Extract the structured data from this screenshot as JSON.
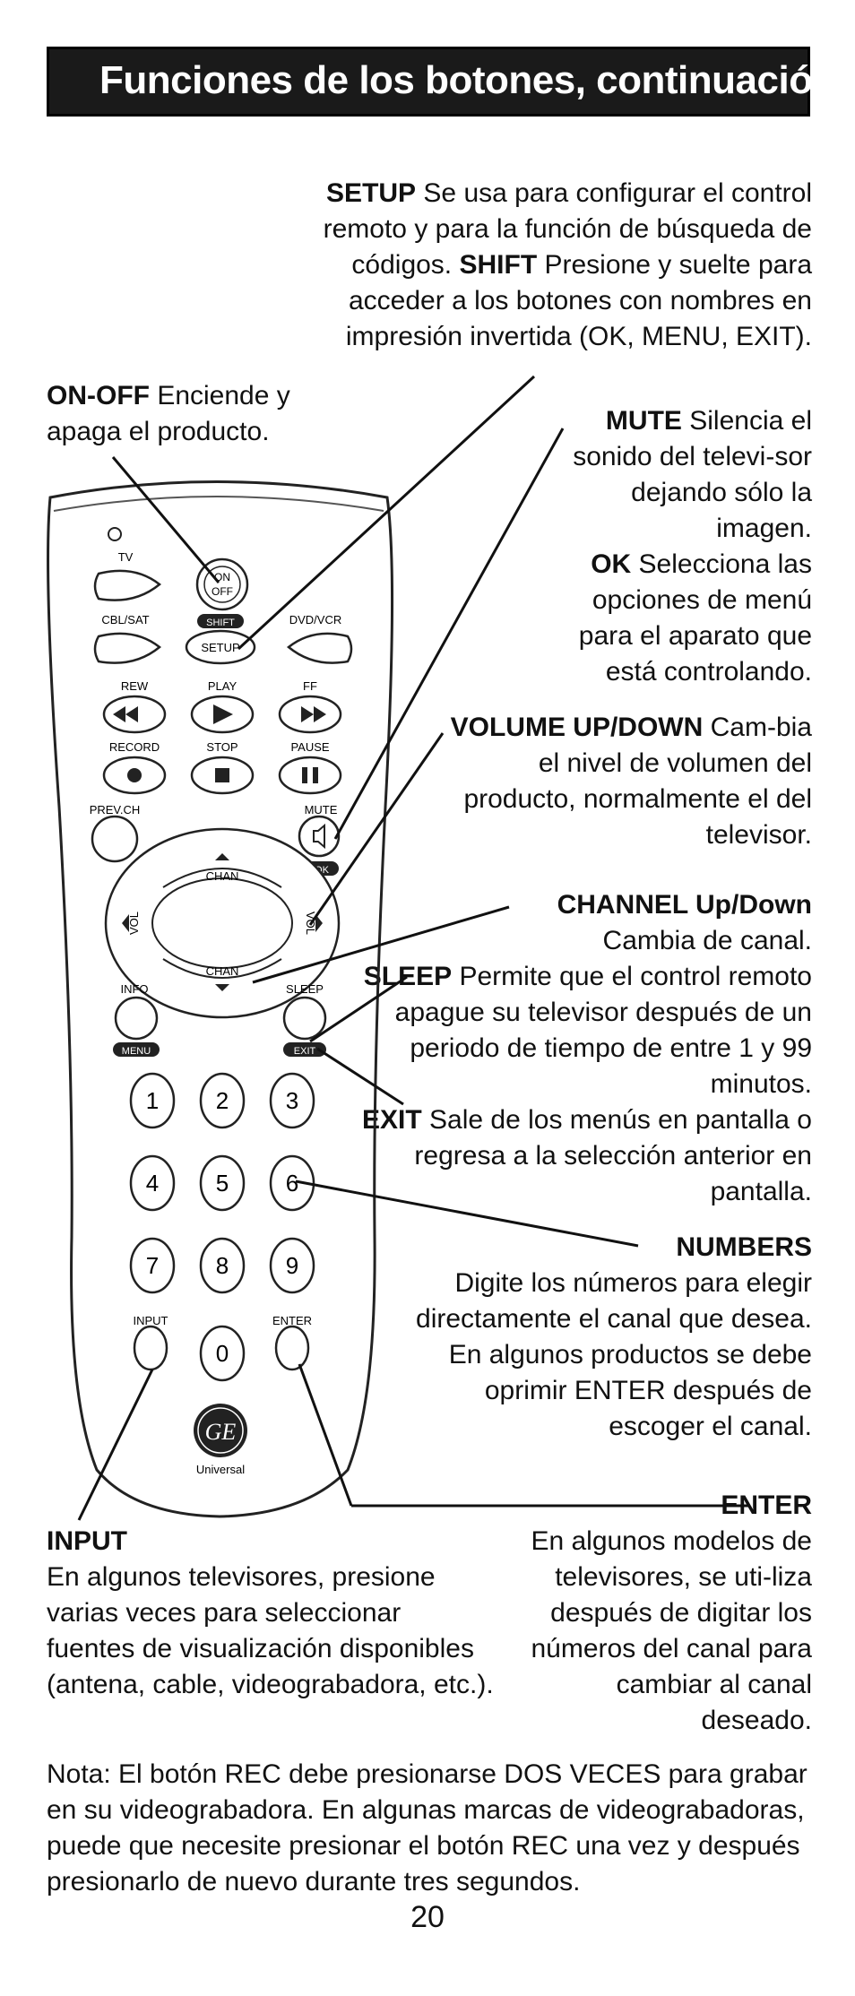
{
  "header": {
    "title": "Funciones de los botones, continuación"
  },
  "callouts": {
    "setup": {
      "label": "SETUP",
      "text1": " Se usa para configurar el control remoto y para la función de búsqueda de códigos. ",
      "label2": "SHIFT",
      "text2": " Presione y suelte para acceder a los botones con nombres en impresión invertida (OK, MENU, EXIT)."
    },
    "onoff": {
      "label": "ON-OFF",
      "text": " Enciende y apaga el producto."
    },
    "mute": {
      "label": "MUTE",
      "text": " Silencia el sonido del televi-sor dejando sólo la imagen.",
      "label2": "OK",
      "text2": " Selecciona las opciones de menú para el aparato que está controlando."
    },
    "volume": {
      "label": "VOLUME UP/DOWN",
      "text": " Cam-bia el nivel de volumen del producto, normalmente el del televisor."
    },
    "channel": {
      "label": "CHANNEL Up/Down",
      "text": "Cambia de canal."
    },
    "sleep": {
      "label": "SLEEP",
      "text": " Permite que el control remoto apague su televisor después de un periodo de tiempo de entre 1 y 99 minutos.",
      "label2": "EXIT",
      "text2": " Sale de los menús en pantalla o regresa a la selección anterior en pantalla."
    },
    "numbers": {
      "label": "NUMBERS",
      "text": "Digite los números para elegir directamente el canal que desea. En algunos productos se debe oprimir ENTER después de escoger el canal."
    },
    "enter": {
      "label": "ENTER",
      "text": "En algunos modelos de televisores, se uti-liza después de digitar los números del canal para cambiar al canal deseado."
    },
    "input": {
      "label": "INPUT",
      "text": "En algunos televisores, presione varias veces para seleccionar fuentes de visualización disponibles (antena, cable, videograbadora, etc.)."
    }
  },
  "note": "Nota: El botón REC debe presionarse DOS VECES para grabar en su videograbadora. En algunas marcas de videograbadoras, puede que necesite presionar el botón REC una vez y después presionarlo de nuevo durante tres segundos.",
  "page_number": "20",
  "remote": {
    "tv": "TV",
    "on": "ON",
    "off": "OFF",
    "shift": "SHIFT",
    "cblsat": "CBL/SAT",
    "setup": "SETUP",
    "dvdvcr": "DVD/VCR",
    "rew": "REW",
    "play": "PLAY",
    "ff": "FF",
    "record": "RECORD",
    "stop": "STOP",
    "pause": "PAUSE",
    "prevch": "PREV.CH",
    "mute": "MUTE",
    "ok": "OK",
    "chan_up": "CHAN",
    "chan_down": "CHAN",
    "vol_left": "VOL",
    "vol_right": "VOL",
    "info": "INFO",
    "menu": "MENU",
    "sleep": "SLEEP",
    "exit": "EXIT",
    "digits": [
      "1",
      "2",
      "3",
      "4",
      "5",
      "6",
      "7",
      "8",
      "9"
    ],
    "zero": "0",
    "input": "INPUT",
    "enter": "ENTER",
    "brand_logo": "GE",
    "brand": "Universal"
  }
}
